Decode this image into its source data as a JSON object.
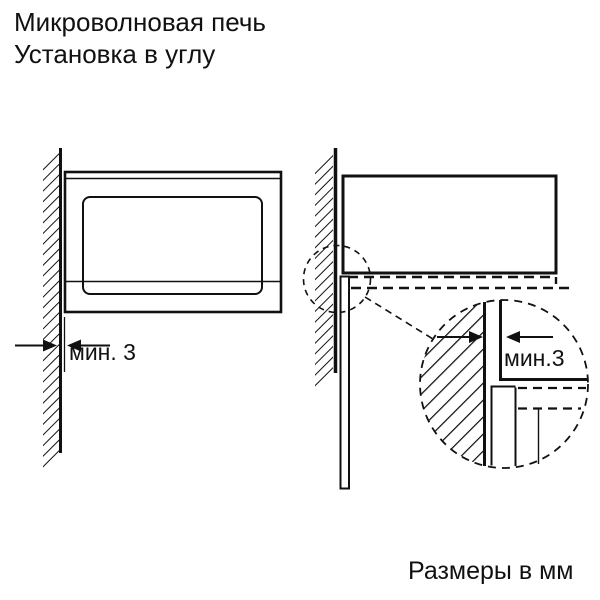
{
  "page": {
    "title_line1": "Микроволновая печь",
    "title_line2": "Установка в углу",
    "footer": "Размеры в мм"
  },
  "diagrams": {
    "front_view": {
      "description": "front view of microwave next to hatched wall",
      "gap_label": "мин. 3"
    },
    "side_view": {
      "description": "side view with cabinet panel and magnified corner detail",
      "detail_gap_label": "мин.3"
    }
  },
  "colors": {
    "ink": "#111111",
    "background": "#ffffff"
  }
}
